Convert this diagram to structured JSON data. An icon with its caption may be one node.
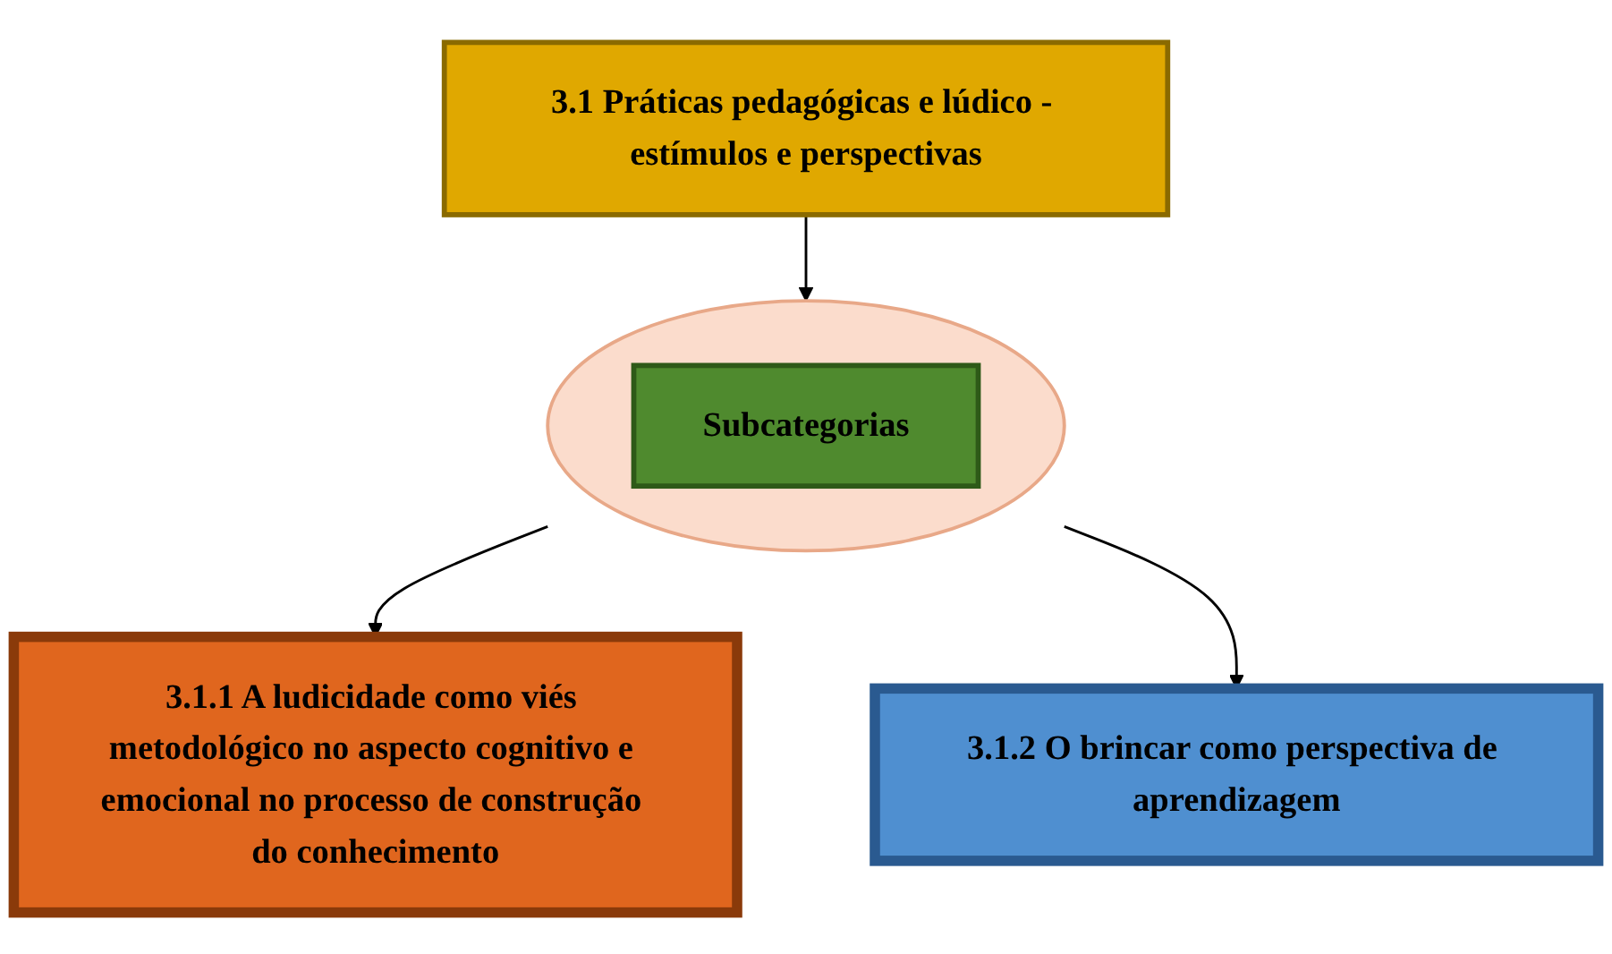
{
  "diagram": {
    "nodes": [
      {
        "text": [
          "3.1 Práticas pedagógicas e lúdico - estímulos e perspectivas"
        ]
      },
      {
        "text": [],
        "shape": "circle"
      },
      {
        "text": [
          "Subcategorias"
        ],
        "in": 1
      },
      {
        "text": [
          "3.1.1 A ludicidade como viés metodológico no aspecto cognitivo e emocional no processo de construção do conhecimento"
        ]
      },
      {
        "text": [
          "3.1.2 O brincar como perspectiva de aprendizagem"
        ]
      }
    ],
    "edges": [
      {
        "from": 0,
        "to": 1,
        "arrow": "to"
      },
      {
        "from": 1,
        "to": 3,
        "arrow": "to"
      },
      {
        "from": 1,
        "to": 4,
        "arrow": "to"
      }
    ]
  }
}
